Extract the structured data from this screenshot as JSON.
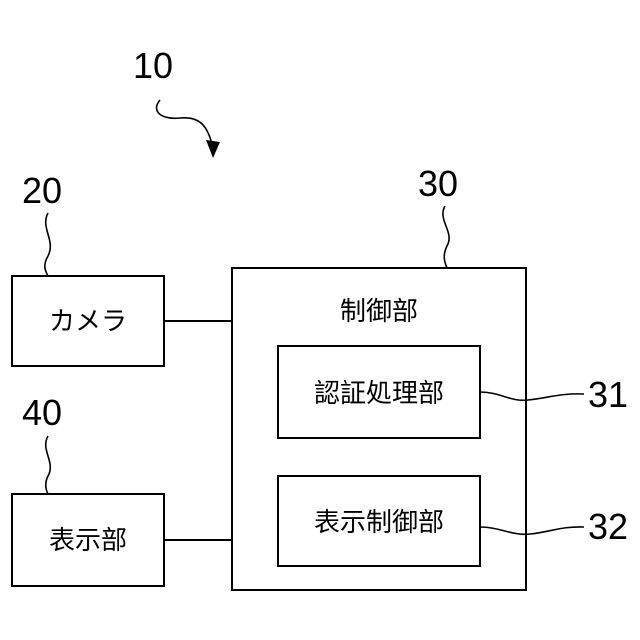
{
  "diagram": {
    "system": {
      "ref": "10"
    },
    "camera": {
      "ref": "20",
      "label": "カメラ"
    },
    "display": {
      "ref": "40",
      "label": "表示部"
    },
    "controller": {
      "ref": "30",
      "label": "制御部",
      "auth": {
        "ref": "31",
        "label": "認証処理部"
      },
      "display_control": {
        "ref": "32",
        "label": "表示制御部"
      }
    }
  },
  "colors": {
    "line": "#000000",
    "background": "#ffffff"
  }
}
